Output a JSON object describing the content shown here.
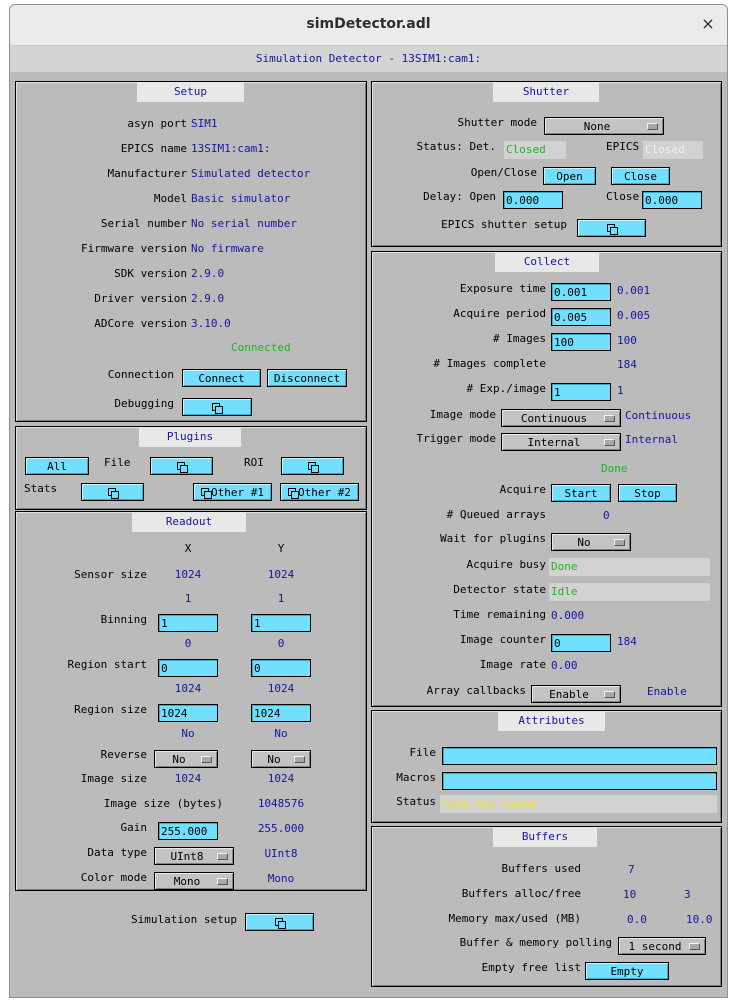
{
  "window": {
    "title": "simDetector.adl",
    "close_glyph": "×",
    "subtitle": "Simulation Detector - 13SIM1:cam1:"
  },
  "setup": {
    "header": "Setup",
    "asyn_port_label": "asyn port",
    "asyn_port": "SIM1",
    "epics_name_label": "EPICS name",
    "epics_name": "13SIM1:cam1:",
    "manufacturer_label": "Manufacturer",
    "manufacturer": "Simulated detector",
    "model_label": "Model",
    "model": "Basic simulator",
    "serial_label": "Serial number",
    "serial": "No serial number",
    "firmware_label": "Firmware version",
    "firmware": "No firmware",
    "sdk_label": "SDK version",
    "sdk": "2.9.0",
    "driver_label": "Driver version",
    "driver": "2.9.0",
    "adcore_label": "ADCore version",
    "adcore": "3.10.0",
    "connection_status": "Connected",
    "connection_label": "Connection",
    "connect": "Connect",
    "disconnect": "Disconnect",
    "debugging_label": "Debugging"
  },
  "plugins": {
    "header": "Plugins",
    "all": "All",
    "file_label": "File",
    "roi_label": "ROI",
    "stats_label": "Stats",
    "other1": "Other #1",
    "other2": "Other #2"
  },
  "readout": {
    "header": "Readout",
    "x_label": "X",
    "y_label": "Y",
    "sensor_size_label": "Sensor size",
    "sensor_x": "1024",
    "sensor_y": "1024",
    "binning_rbv_x": "1",
    "binning_rbv_y": "1",
    "binning_label": "Binning",
    "binning_x": "1",
    "binning_y": "1",
    "region_start_rbv_x": "0",
    "region_start_rbv_y": "0",
    "region_start_label": "Region start",
    "region_start_x": "0",
    "region_start_y": "0",
    "region_size_rbv_x": "1024",
    "region_size_rbv_y": "1024",
    "region_size_label": "Region size",
    "region_size_x": "1024",
    "region_size_y": "1024",
    "reverse_rbv_x": "No",
    "reverse_rbv_y": "No",
    "reverse_label": "Reverse",
    "reverse_x": "No",
    "reverse_y": "No",
    "image_size_label": "Image size",
    "image_size_x": "1024",
    "image_size_y": "1024",
    "image_bytes_label": "Image size (bytes)",
    "image_bytes": "1048576",
    "gain_label": "Gain",
    "gain": "255.000",
    "gain_rbv": "255.000",
    "data_type_label": "Data type",
    "data_type": "UInt8",
    "data_type_rbv": "UInt8",
    "color_mode_label": "Color mode",
    "color_mode": "Mono",
    "color_mode_rbv": "Mono"
  },
  "simulation": {
    "label": "Simulation setup"
  },
  "shutter": {
    "header": "Shutter",
    "mode_label": "Shutter mode",
    "mode": "None",
    "status_label": "Status: Det.",
    "status_det": "Closed",
    "epics_label": "EPICS",
    "status_epics": "Closed",
    "openclose_label": "Open/Close",
    "open": "Open",
    "close": "Close",
    "delay_label": "Delay: Open",
    "delay_open": "0.000",
    "close_label": "Close",
    "delay_close": "0.000",
    "epics_setup_label": "EPICS shutter setup"
  },
  "collect": {
    "header": "Collect",
    "exposure_label": "Exposure time",
    "exposure": "0.001",
    "exposure_rbv": "0.001",
    "period_label": "Acquire period",
    "period": "0.005",
    "period_rbv": "0.005",
    "images_label": "# Images",
    "images": "100",
    "images_rbv": "100",
    "complete_label": "# Images complete",
    "complete": "184",
    "exp_label": "# Exp./image",
    "exp": "1",
    "exp_rbv": "1",
    "image_mode_label": "Image mode",
    "image_mode": "Continuous",
    "image_mode_rbv": "Continuous",
    "trigger_label": "Trigger mode",
    "trigger": "Internal",
    "trigger_rbv": "Internal",
    "acquire_status": "Done",
    "acquire_label": "Acquire",
    "start": "Start",
    "stop": "Stop",
    "queued_label": "# Queued arrays",
    "queued": "0",
    "wait_label": "Wait for plugins",
    "wait": "No",
    "busy_label": "Acquire busy",
    "busy": "Done",
    "state_label": "Detector state",
    "state": "Idle",
    "remaining_label": "Time remaining",
    "remaining": "0.000",
    "counter_label": "Image counter",
    "counter": "0",
    "counter_rbv": "184",
    "rate_label": "Image rate",
    "rate": "0.00",
    "callbacks_label": "Array callbacks",
    "callbacks": "Enable",
    "callbacks_rbv": "Enable"
  },
  "attributes": {
    "header": "Attributes",
    "file_label": "File",
    "file": "",
    "macros_label": "Macros",
    "macros": "",
    "status_label": "Status",
    "status": "File not found"
  },
  "buffers": {
    "header": "Buffers",
    "used_label": "Buffers used",
    "used": "7",
    "alloc_label": "Buffers alloc/free",
    "alloc": "10",
    "free": "3",
    "memory_label": "Memory max/used (MB)",
    "mem_max": "0.0",
    "mem_used": "10.0",
    "polling_label": "Buffer & memory polling",
    "polling": "1 second",
    "empty_label": "Empty free list",
    "empty": "Empty"
  },
  "colors": {
    "background": "#bbbbbb",
    "button": "#73dfff",
    "readback": "#1515a0",
    "status_ok": "#1fb31f",
    "status_warn": "#ecec00"
  },
  "icons": {
    "related_display": "related-display-icon",
    "menu_arrow": "menu-arrow-icon"
  }
}
